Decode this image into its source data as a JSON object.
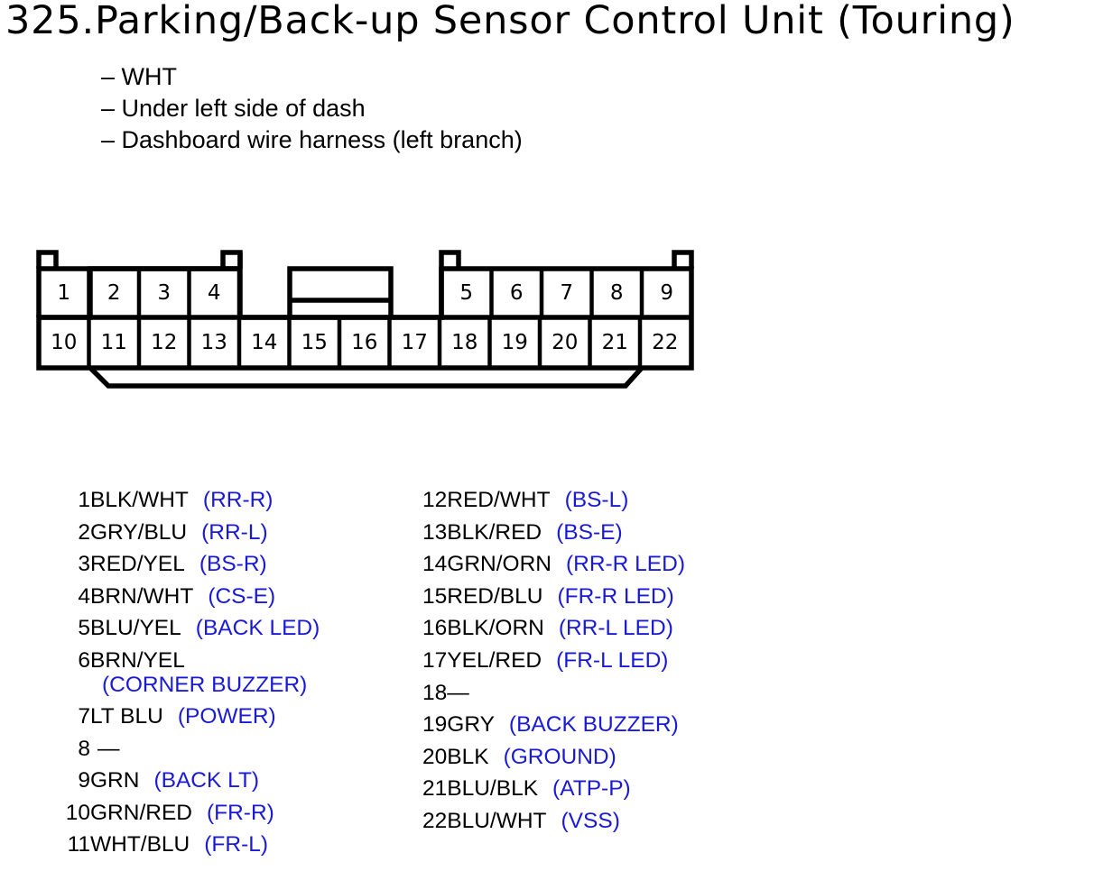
{
  "title": "325.Parking/Back-up Sensor Control Unit (Touring)",
  "notes": [
    "– WHT",
    "– Under left side of dash",
    "– Dashboard wire harness (left branch)"
  ],
  "connector": {
    "top_row": [
      "1",
      "2",
      "3",
      "4",
      "5",
      "6",
      "7",
      "8",
      "9"
    ],
    "bottom_row": [
      "10",
      "11",
      "12",
      "13",
      "14",
      "15",
      "16",
      "17",
      "18",
      "19",
      "20",
      "21",
      "22"
    ]
  },
  "pins_left": [
    {
      "num": "1",
      "wire": "BLK/WHT",
      "fn": "(RR-R)"
    },
    {
      "num": "2",
      "wire": "GRY/BLU",
      "fn": "(RR-L)"
    },
    {
      "num": "3",
      "wire": "RED/YEL",
      "fn": "(BS-R)"
    },
    {
      "num": "4",
      "wire": "BRN/WHT",
      "fn": "(CS-E)"
    },
    {
      "num": "5",
      "wire": "BLU/YEL",
      "fn": "(BACK LED)"
    },
    {
      "num": "6",
      "wire": "BRN/YEL",
      "fn": "(CORNER BUZZER)"
    },
    {
      "num": "7",
      "wire": "LT BLU",
      "fn": "(POWER)"
    },
    {
      "num": "8",
      "wire": "—",
      "fn": ""
    },
    {
      "num": "9",
      "wire": "GRN",
      "fn": "(BACK LT)"
    },
    {
      "num": "10",
      "wire": "GRN/RED",
      "fn": "(FR-R)"
    },
    {
      "num": "11",
      "wire": "WHT/BLU",
      "fn": "(FR-L)"
    }
  ],
  "pins_right": [
    {
      "num": "12",
      "wire": "RED/WHT",
      "fn": "(BS-L)"
    },
    {
      "num": "13",
      "wire": "BLK/RED",
      "fn": "(BS-E)"
    },
    {
      "num": "14",
      "wire": "GRN/ORN",
      "fn": "(RR-R LED)"
    },
    {
      "num": "15",
      "wire": "RED/BLU",
      "fn": "(FR-R LED)"
    },
    {
      "num": "16",
      "wire": "BLK/ORN",
      "fn": "(RR-L LED)"
    },
    {
      "num": "17",
      "wire": "YEL/RED",
      "fn": "(FR-L LED)"
    },
    {
      "num": "18",
      "wire": "—",
      "fn": ""
    },
    {
      "num": "19",
      "wire": "GRY",
      "fn": "(BACK BUZZER)"
    },
    {
      "num": "20",
      "wire": "BLK",
      "fn": "(GROUND)"
    },
    {
      "num": "21",
      "wire": "BLU/BLK",
      "fn": "(ATP-P)"
    },
    {
      "num": "22",
      "wire": "BLU/WHT",
      "fn": "(VSS)"
    }
  ],
  "colors": {
    "function_label": "#1a1ad6",
    "outline": "#000000"
  }
}
